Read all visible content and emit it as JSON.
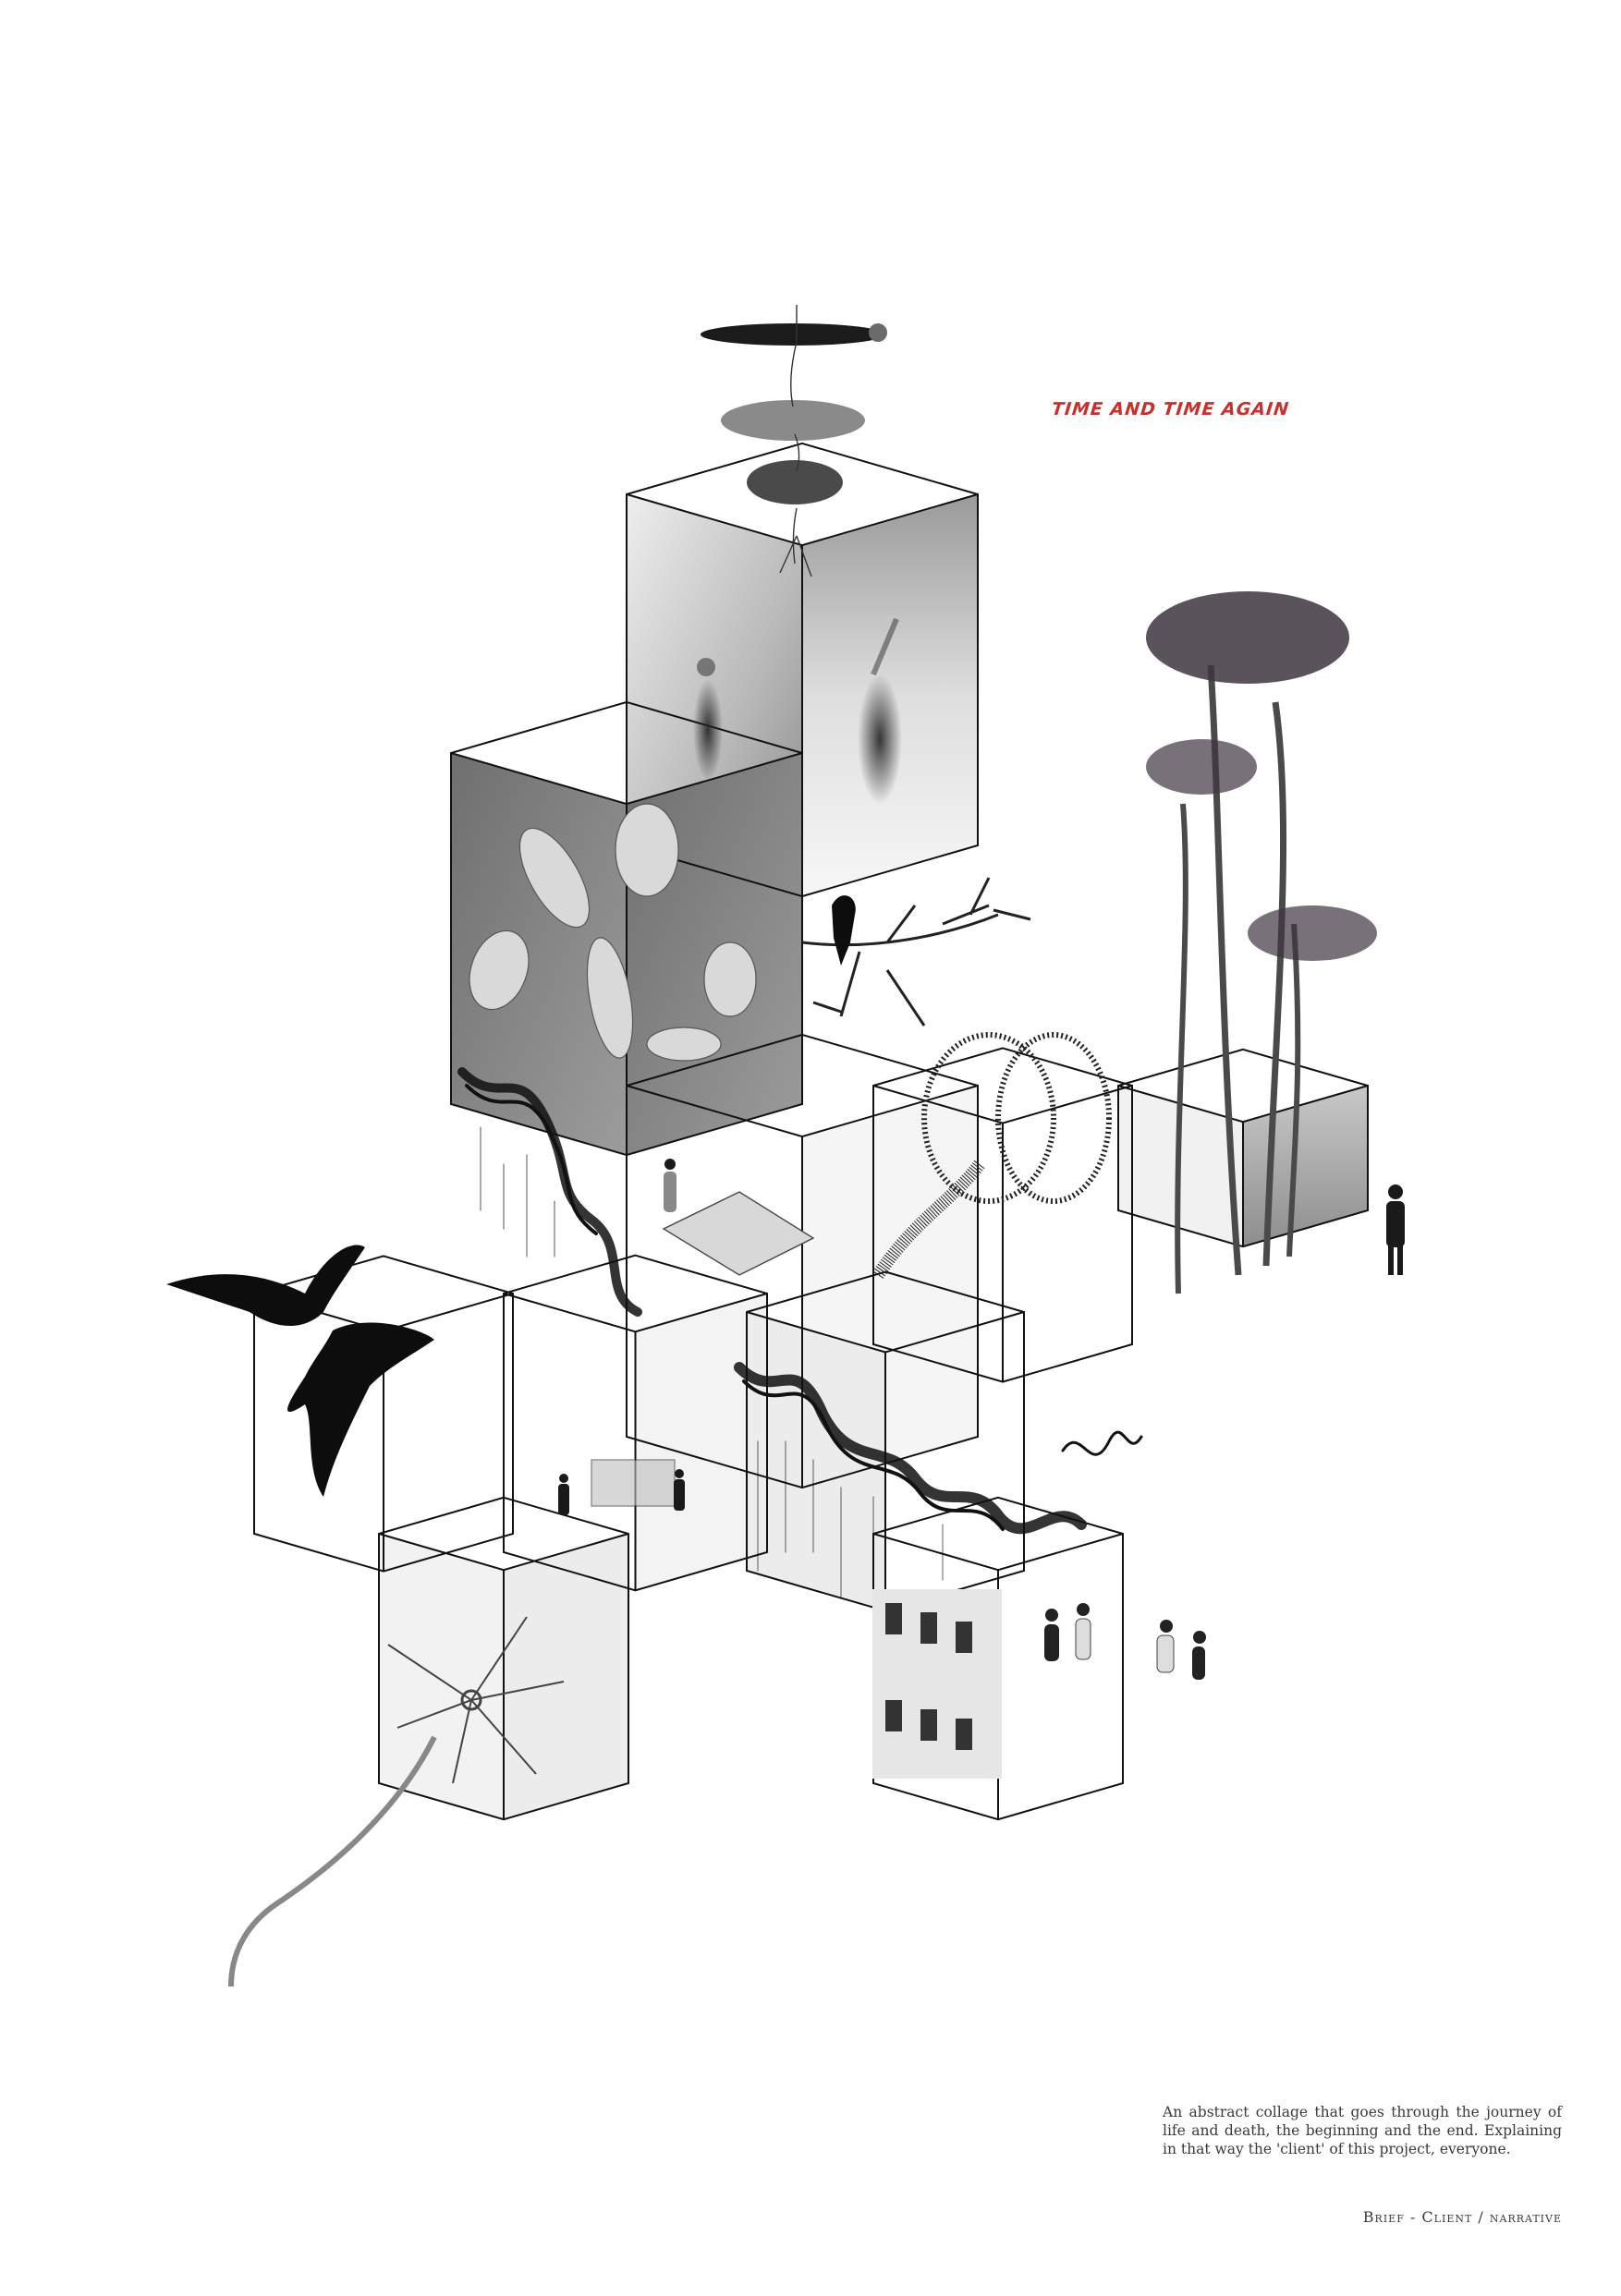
{
  "poster": {
    "title": "TIME AND TIME AGAIN",
    "caption": "An abstract collage that goes through the journey of life and death, the beginning and the end. Explaining in that way the 'client' of this project, everyone.",
    "footer": "Brief - Client / narrative"
  },
  "colors": {
    "background": "#ffffff",
    "ink": "#111111",
    "accent": "#c8312b",
    "caption_text": "#3a3a3a"
  },
  "collage_elements": [
    "floating-figures-icon",
    "blurred-silhouettes-icon",
    "tangled-bodies-icon",
    "crow-on-branch-icon",
    "pine-trees-icon",
    "flying-crows-icon",
    "black-ink-waves-icon",
    "neuron-icon",
    "building-facade-icon",
    "running-people-icon",
    "walking-person-icon"
  ]
}
